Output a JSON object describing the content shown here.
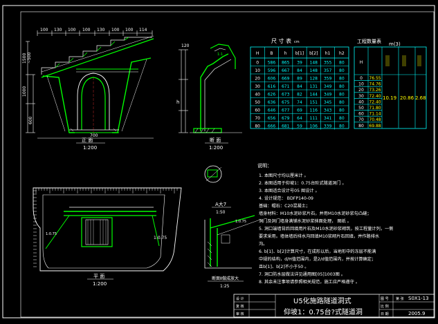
{
  "sheet": {
    "views": {
      "elevation_title": "正 面",
      "elevation_scale": "1:200",
      "section_title": "断 面",
      "section_scale": "1:200",
      "plan_title": "平 面",
      "plan_scale": "1:200",
      "detail_title": "A大7",
      "detail_scale": "1:50",
      "detail2_title": "断面Ⅱ做成放大",
      "detail2_scale": "1:25",
      "plan_slope": "1:0.75"
    },
    "dims_tops": [
      "100",
      "130",
      "100",
      "100",
      "130",
      "100",
      "100",
      "114"
    ],
    "dims_left": [
      "1500",
      "~500",
      "1000",
      "600"
    ],
    "dim_bottom": "700",
    "section_h_label": "h",
    "section_dim": "120",
    "size_table": {
      "title": "尺 寸 表",
      "unit": "cm",
      "headers": [
        "H",
        "B",
        "h",
        "b[1]",
        "b[2]",
        "h1",
        "h2"
      ],
      "rows": [
        [
          "0",
          "586",
          "865",
          "39",
          "148",
          "355",
          "80"
        ],
        [
          "10",
          "596",
          "667",
          "84",
          "148",
          "357",
          "80"
        ],
        [
          "20",
          "606",
          "669",
          "89",
          "128",
          "359",
          "80"
        ],
        [
          "30",
          "616",
          "671",
          "84",
          "131",
          "349",
          "80"
        ],
        [
          "40",
          "626",
          "673",
          "82",
          "144",
          "349",
          "80"
        ],
        [
          "50",
          "636",
          "675",
          "74",
          "151",
          "345",
          "80"
        ],
        [
          "60",
          "646",
          "677",
          "69",
          "116",
          "343",
          "80"
        ],
        [
          "70",
          "656",
          "679",
          "64",
          "111",
          "341",
          "80"
        ],
        [
          "80",
          "666",
          "681",
          "59",
          "106",
          "339",
          "80"
        ]
      ]
    },
    "qty_table": {
      "title": "工程数量表",
      "unit": "m(3)",
      "headers": [
        "H",
        "",
        "",
        "",
        ""
      ],
      "rows": [
        [
          "0",
          "76.55",
          "",
          "",
          ""
        ],
        [
          "10",
          "74.76",
          "",
          "",
          ""
        ],
        [
          "20",
          "73.26",
          "",
          "",
          ""
        ],
        [
          "30",
          "72.40",
          "",
          "",
          ""
        ],
        [
          "40",
          "72.40",
          "",
          "",
          ""
        ],
        [
          "50",
          "71.80",
          "",
          "",
          ""
        ],
        [
          "60",
          "71.14",
          "",
          "",
          ""
        ],
        [
          "70",
          "70.48",
          "",
          "",
          ""
        ],
        [
          "80",
          "69.88",
          "",
          "",
          ""
        ]
      ],
      "merged": [
        "10.19",
        "20.86",
        "2.68"
      ]
    },
    "notes": {
      "heading": "说明：",
      "lines": [
        "1. 本图尺寸均以厘米计 。",
        "2. 本图适用于仰坡1：0.75台阶式隧道洞门 。",
        "3. 本图适合设计号05      图设计 。",
        "4. 设计规范：         BDFP140-09",
        "   基础：帽石：C20混凝土；",
        "   墙身材料：M10水泥砂浆片石，并用M10水泥砂浆勾凸缝；",
        "   洞门及洞门墙身满铺水泥砂浆抹面处理，               图纸 。",
        "5. 洞口端墙背后回填用片石及M10水泥砂浆砌筑，按工程量计列，一侧                   ",
        "   要求采用。墙体墙后排水沟回填M10浆砌片石回填，并作路排水               ",
        "   沟。",
        "6. b[1]、b[2]计算尺寸，在成形以后，当地形中的冻层不能满",
        "   中规的结构，d/H值范围内，是2/d值范围内，并按计算确定；",
        "   且b[1]、b[2]不小于50 。",
        "7. 洞口防水层做法详见通用图[05]1003图 。",
        "8. 其余未注事项请参照相关规范，施工应严格遵守 。"
      ]
    },
    "title_block": {
      "left_labels": [
        "设 计",
        "复 核",
        "审 核"
      ],
      "title_line1": "U5化施路隧道洞式",
      "title_line2": "仰坡1：0.75台?式隧道洞",
      "right_labels": [
        "图 号",
        "比 例",
        "日 期"
      ],
      "drawing_no": "S0X1-13",
      "ratio": "",
      "date": "2005.9",
      "sheet_label": "第  张"
    }
  }
}
